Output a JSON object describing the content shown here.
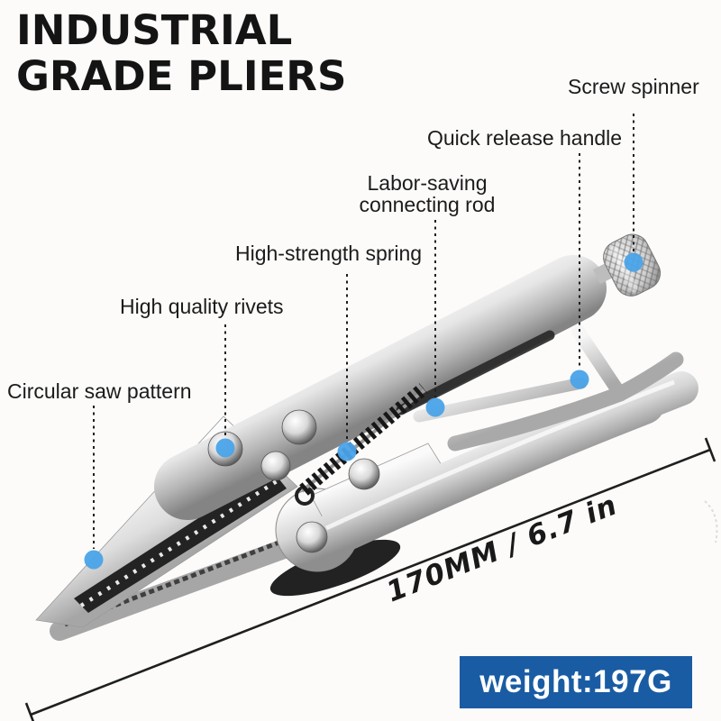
{
  "title": {
    "line1": "INDUSTRIAL",
    "line2": "GRADE PLIERS"
  },
  "callouts": [
    {
      "part": "screw-spinner",
      "label": "Screw spinner"
    },
    {
      "part": "quick-release-handle",
      "label": "Quick release handle"
    },
    {
      "part": "labor-saving-connecting-rod",
      "line1": "Labor-saving",
      "line2": "connecting rod"
    },
    {
      "part": "high-strength-spring",
      "label": "High-strength spring"
    },
    {
      "part": "high-quality-rivets",
      "label": "High quality rivets"
    },
    {
      "part": "circular-saw-pattern",
      "label": "Circular saw pattern"
    }
  ],
  "dimension": {
    "label": "170MM / 6.7 in"
  },
  "weight_badge": {
    "label": "weight:197G",
    "background": "#1a5ca3",
    "text_color": "#ffffff"
  },
  "colors": {
    "callout_dot": "#4aa3e8",
    "leader_line": "#1e1e1e",
    "title_text": "#141414",
    "label_text": "#1b1b1b",
    "dimension_line": "#1f1f1f",
    "metal_light": "#ffffff",
    "metal_dark": "#868686",
    "teeth_dark": "#232323"
  }
}
